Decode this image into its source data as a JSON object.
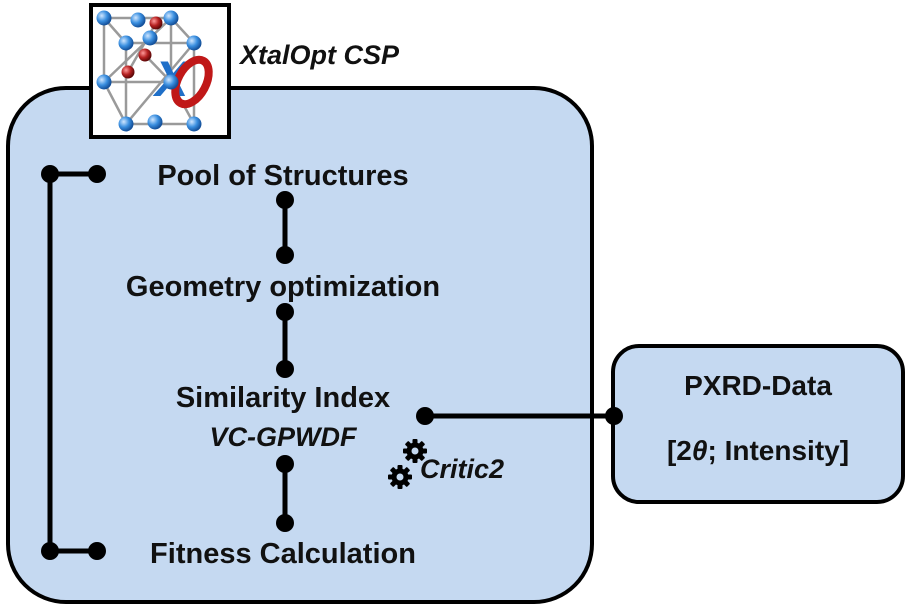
{
  "header": {
    "title": "XtalOpt CSP",
    "logo_text": "XO"
  },
  "workflow": {
    "step1": "Pool of Structures",
    "step2": "Geometry optimization",
    "step3": "Similarity Index",
    "step3_method": "VC-GPWDF",
    "step4": "Fitness Calculation",
    "tool": "Critic2"
  },
  "pxrd": {
    "title": "PXRD-Data",
    "data_open": "[2",
    "data_theta": "θ",
    "data_close": "; Intensity]"
  },
  "colors": {
    "box_fill": "#c5d9f1",
    "stroke": "#000000",
    "atom_blue": "#3a8fe0",
    "atom_red": "#b52020",
    "logo_blue": "#1f6fc8",
    "logo_red": "#c01818"
  },
  "icons": [
    "gear-icon",
    "crystal-logo-icon"
  ]
}
